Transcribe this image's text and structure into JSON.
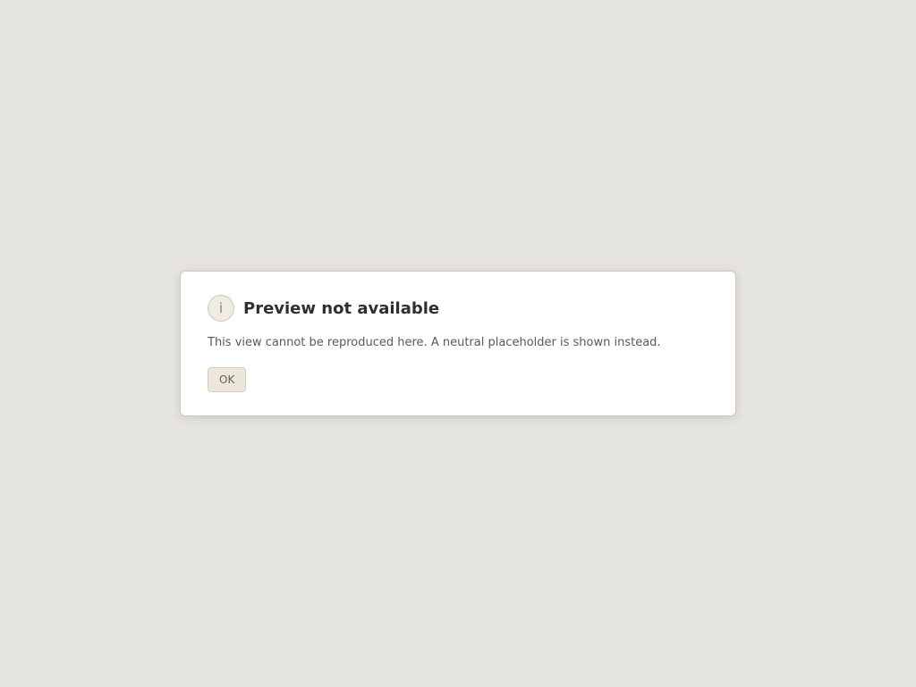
{
  "notice": {
    "title": "Preview not available",
    "message": "This view cannot be reproduced here. A neutral placeholder is shown instead.",
    "action_label": "OK"
  }
}
